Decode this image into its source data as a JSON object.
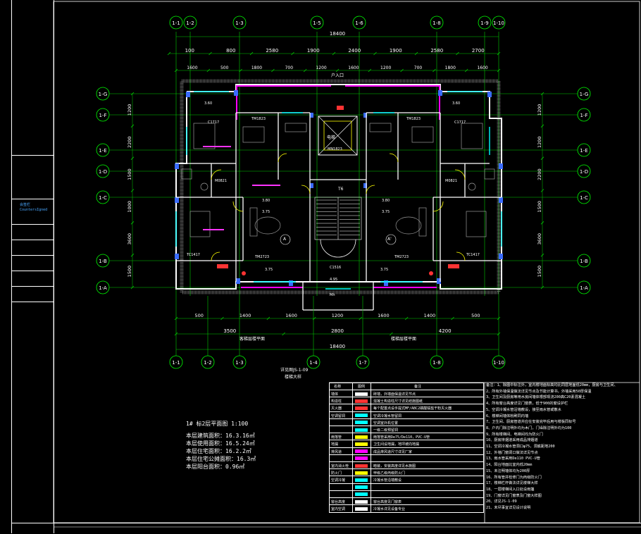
{
  "sidebar": {
    "label": "会签栏",
    "sublabel": "CountersIgned"
  },
  "axis_top_labels": [
    "1-1",
    "1-2",
    "1-3",
    "1-5",
    "1-6",
    "1-8",
    "1-9",
    "1-10"
  ],
  "axis_bottom_labels": [
    "1-1",
    "1-2",
    "1-3",
    "1-4",
    "1-7",
    "1-8",
    "1-10"
  ],
  "axis_left_labels": [
    "1-G",
    "1-F",
    "1-E",
    "1-D",
    "1-C",
    "1-B",
    "1-A"
  ],
  "axis_right_labels": [
    "1-G",
    "1-F",
    "1-E",
    "1-D",
    "1-C",
    "1-B",
    "1-A"
  ],
  "total_width_label": "18400",
  "top_dims_row1": [
    "100",
    "800",
    "2580",
    "1900",
    "2400",
    "1900",
    "2580",
    "2700"
  ],
  "top_dims_row2": [
    "1600",
    "500",
    "1800",
    "700",
    "1200",
    "1600",
    "1200",
    "700",
    "1800",
    "1600"
  ],
  "bottom_dims_row1": [
    "500",
    "1400",
    "1600",
    "1200",
    "1600",
    "1400",
    "500"
  ],
  "bottom_dims_row2": [
    "3500",
    "2800",
    "4200"
  ],
  "left_dims": [
    "1200",
    "2200",
    "1500",
    "1000",
    "3600",
    "1500"
  ],
  "right_dims": [
    "1200",
    "1200",
    "2200",
    "1500",
    "3600",
    "1500"
  ],
  "room_labels": {
    "stair": "T6",
    "elev": "电梯",
    "a1": "A",
    "a2": "A'",
    "hall": "户入口"
  },
  "bottom_labels": {
    "left_title": "客梯层楼平面",
    "right_title": "楼梯层楼平面",
    "center_ref": "详见图JS-1-09",
    "center_sub": "楼梯大样"
  },
  "summary": {
    "title": "1#  标2层平面图    1:100",
    "lines": [
      "本层建筑面积：16.3.16㎡",
      "本层使用面积：16.5.24㎡",
      "本层住宅面积：16.2.2㎡",
      "本层住宅公摊面积：16.3㎡",
      "本层阳台面积：0.96㎡"
    ]
  },
  "legend": {
    "header": [
      "名称",
      "图例",
      "备注"
    ],
    "rows": [
      {
        "name": "墙体",
        "desc": "砖墙，外墙面保温详见节点",
        "color": "#ffffff"
      },
      {
        "name": "构造柱",
        "desc": "混凝土构造柱尺寸详见结施图纸",
        "color": "#ff3333"
      },
      {
        "name": "灭火器",
        "desc": "每个配置点设手提式MF/ABC2磷酸铵盐干粉灭火器",
        "color": "#ff3333"
      },
      {
        "name": "空调留洞",
        "desc": "空调冷凝水管留洞",
        "color": "#00ffff"
      },
      {
        "name": "",
        "desc": "空调室外机位置",
        "color": "#00ffff"
      },
      {
        "name": "",
        "desc": "一级二级预留洞",
        "color": "#00ffff"
      },
      {
        "name": "雨落管",
        "desc": "雨落管采用De75/De110，PVC-U管",
        "color": "#ffff00"
      },
      {
        "name": "地漏",
        "desc": "卫生间设地漏，地坪坡向地漏",
        "color": "#ffff00"
      },
      {
        "name": "排风道",
        "desc": "成品排风道尺寸详见厂家",
        "color": "#ff00ff"
      },
      {
        "name": "",
        "desc": "",
        "color": "#ff00ff"
      },
      {
        "name": "室内消火栓",
        "desc": "暗装，安装高度详见水施图",
        "color": "#ff3333"
      },
      {
        "name": "防火门",
        "desc": "甲级乙级丙级防火门",
        "color": "#ffff00"
      },
      {
        "name": "空调冷凝",
        "desc": "冷凝水管沿墙敷设",
        "color": "#00ffff"
      },
      {
        "name": "",
        "desc": "",
        "color": "#00ffff"
      },
      {
        "name": "",
        "desc": "",
        "color": "#00ffff"
      },
      {
        "name": "窗台高度",
        "desc": "窗台高度见门窗表",
        "color": "#ffffff"
      },
      {
        "name": "室内空调",
        "desc": "冷凝水详见设备专业",
        "color": "#ffffff"
      }
    ]
  },
  "notes": {
    "lines": [
      "备注：1、除图中标注外，室内楼地面标高均比同层地面低20mm，厨房与卫生间、",
      "2、所有外墙保温做法详见节点及节能计算书，外墙采用50厚保温",
      "3、卫生间及厨房等用水房间墙体根部现浇200高C20素混凝土",
      "4、所有窗台高度详见门窗表，低于900的窗设护栏",
      "5、空调冷凝水管沿墙敷设，接至雨水管或散水",
      "6、楼梯间墙体粉刷同内墙",
      "7、卫生间、厨房管道井应在安装完毕后用与楼板同标号",
      "8、户内门除注明外均为木门，门垛除注明外均为100",
      "9、所有楼梯间、电梯间均为防火门",
      "10、厨房排烟道采用成品排烟道",
      "11、空调冷凝水管洞口φ75，洞底距地200",
      "12、外墙门窗洞口做法详见节点",
      "13、雨水管采用De110 PVC-U管",
      "14、阳台地面比室内低20mm",
      "15、未注明墙体均为200厚",
      "16、所有管井检修门为丙级防火门",
      "17、楼梯栏杆做法详见楼梯大样",
      "18、一层楼梯间入口处设雨篷",
      "19、门窗详见门窗表及门窗大样图",
      "20、详见JS-1-09",
      "21、未尽事宜详见设计说明"
    ]
  }
}
